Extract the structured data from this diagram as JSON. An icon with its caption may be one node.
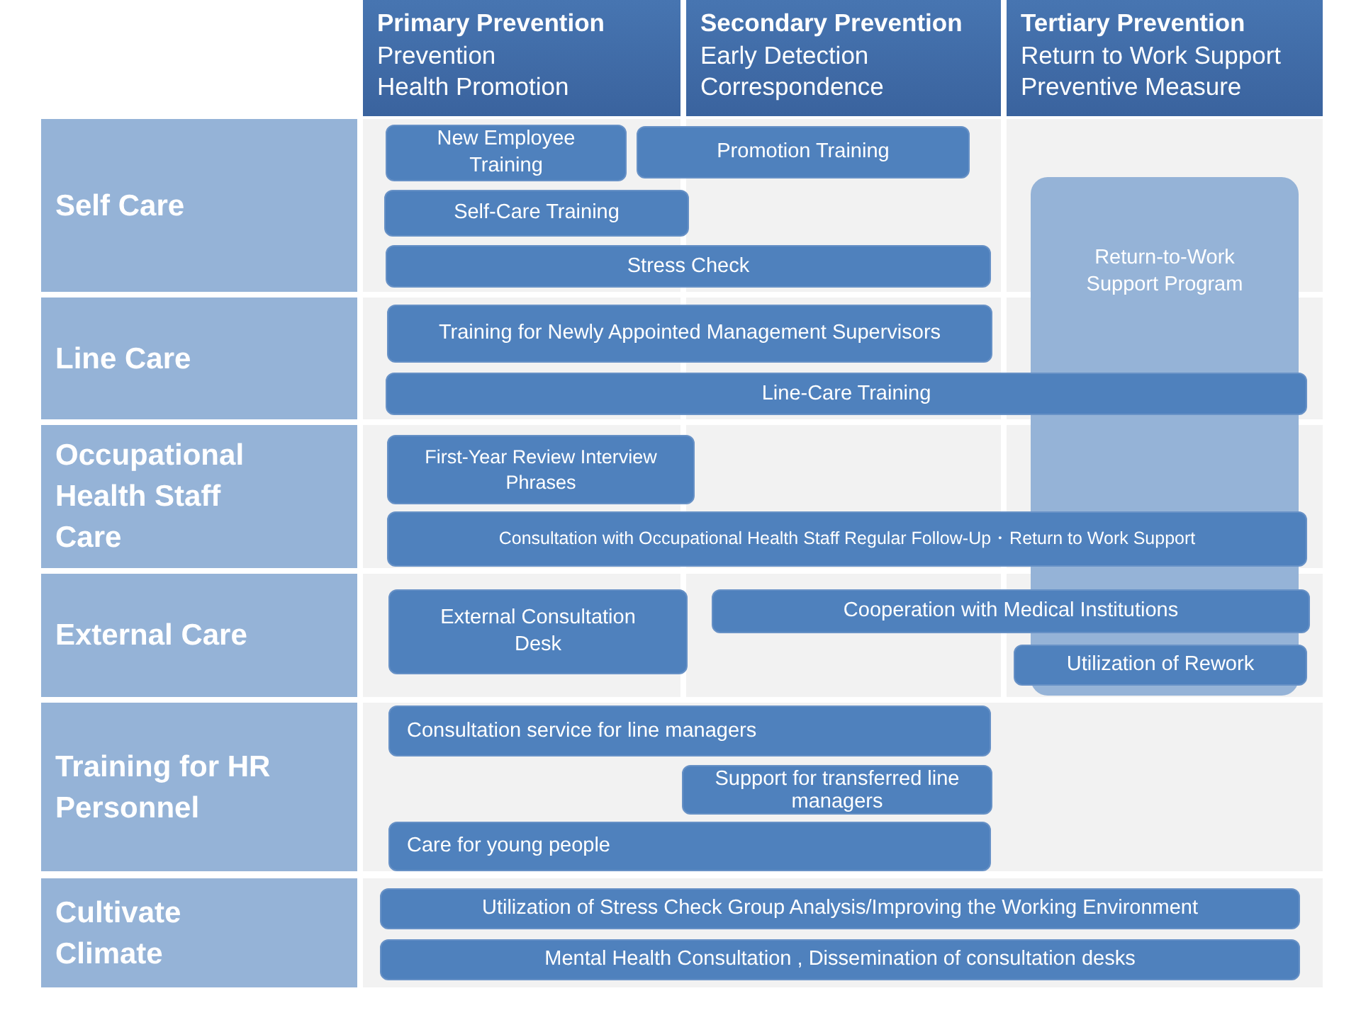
{
  "diagram": {
    "nodes": [
      {
        "text": [
          "Primary Prevention",
          "Prevention",
          "Health Promotion"
        ]
      },
      {
        "text": [
          "Secondary Prevention",
          "Early Detection",
          "Correspondence"
        ]
      },
      {
        "text": [
          "Tertiary Prevention",
          "Return to Work Support",
          "Preventive Measure"
        ]
      },
      {
        "text": [
          "Self Care"
        ]
      },
      {
        "text": [
          "New Employee Training"
        ]
      },
      {
        "text": [
          "Promotion Training"
        ]
      },
      {
        "text": [
          "Return-to-Work Support Program"
        ]
      },
      {
        "text": [
          "Self-Care Training"
        ]
      },
      {
        "text": [
          "Stress Check"
        ]
      },
      {
        "text": [
          "Line Care"
        ]
      },
      {
        "text": [
          "Training for Newly Appointed Management Supervisors"
        ]
      },
      {
        "text": [
          "Line-Care Training"
        ]
      },
      {
        "text": [
          "Occupational Health Staff Care"
        ]
      },
      {
        "text": [
          "First-Year Review Interview Phrases"
        ]
      },
      {
        "text": [
          "Consultation with Occupational Health Staff Regular Follow-Up・Return to Work Support"
        ]
      },
      {
        "text": [
          "External Care"
        ]
      },
      {
        "text": [
          "External Consultation Desk"
        ]
      },
      {
        "text": [
          "Cooperation with Medical Institutions"
        ]
      },
      {
        "text": [
          "Utilization of Rework"
        ]
      },
      {
        "text": [
          "Training for HR Personnel"
        ]
      },
      {
        "text": [
          "Consultation service for line managers"
        ]
      },
      {
        "text": [
          "Support for transferred line managers"
        ]
      },
      {
        "text": [
          "Care for young people"
        ]
      },
      {
        "text": [
          "Cultivate Climate"
        ]
      },
      {
        "text": [
          "Utilization of Stress Check Group Analysis/Improving the Working Environment"
        ]
      },
      {
        "text": [
          "Mental Health Consultation , Dissemination of consultation desks"
        ]
      }
    ]
  }
}
